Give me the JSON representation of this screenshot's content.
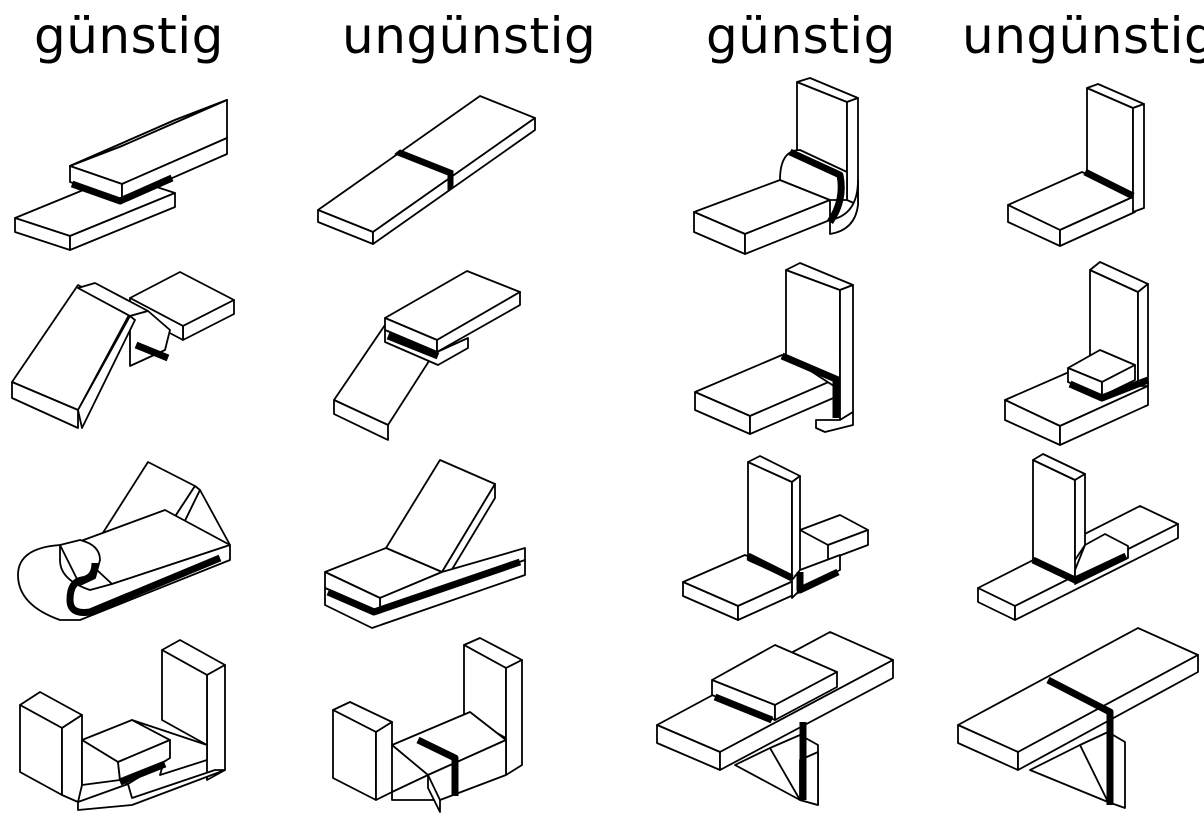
{
  "headers": [
    "günstig",
    "ungünstig",
    "günstig",
    "ungünstig"
  ],
  "grid": {
    "rows": 4,
    "columns": 4
  },
  "figures": [
    {
      "row": 1,
      "column": 1,
      "verdict": "günstig"
    },
    {
      "row": 1,
      "column": 2,
      "verdict": "ungünstig"
    },
    {
      "row": 1,
      "column": 3,
      "verdict": "günstig"
    },
    {
      "row": 1,
      "column": 4,
      "verdict": "ungünstig"
    },
    {
      "row": 2,
      "column": 1,
      "verdict": "günstig"
    },
    {
      "row": 2,
      "column": 2,
      "verdict": "ungünstig"
    },
    {
      "row": 2,
      "column": 3,
      "verdict": "günstig"
    },
    {
      "row": 2,
      "column": 4,
      "verdict": "ungünstig"
    },
    {
      "row": 3,
      "column": 1,
      "verdict": "günstig"
    },
    {
      "row": 3,
      "column": 2,
      "verdict": "ungünstig"
    },
    {
      "row": 3,
      "column": 3,
      "verdict": "günstig"
    },
    {
      "row": 3,
      "column": 4,
      "verdict": "ungünstig"
    },
    {
      "row": 4,
      "column": 1,
      "verdict": "günstig"
    },
    {
      "row": 4,
      "column": 2,
      "verdict": "ungünstig"
    },
    {
      "row": 4,
      "column": 3,
      "verdict": "günstig"
    },
    {
      "row": 4,
      "column": 4,
      "verdict": "ungünstig"
    }
  ],
  "colors": {
    "line": "#000000",
    "background": "#ffffff",
    "bond_layer": "#000000"
  }
}
